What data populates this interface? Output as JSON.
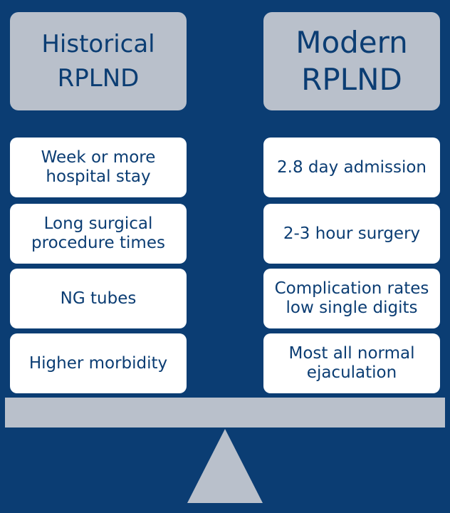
{
  "left": {
    "title_lines": [
      "Historical",
      "RPLND"
    ],
    "items": [
      [
        "Week or more",
        "hospital stay"
      ],
      [
        "Long surgical",
        "procedure times"
      ],
      [
        "NG tubes"
      ],
      [
        "Higher morbidity"
      ]
    ]
  },
  "right": {
    "title_lines": [
      "Modern",
      "RPLND"
    ],
    "items": [
      [
        "2.8 day admission"
      ],
      [
        "2-3 hour surgery"
      ],
      [
        "Complication rates",
        "low single digits"
      ],
      [
        "Most all normal",
        "ejaculation"
      ]
    ]
  },
  "colors": {
    "background": "#0b3d73",
    "panel": "#b9c0cb",
    "card": "#ffffff",
    "text": "#0b3d73"
  }
}
